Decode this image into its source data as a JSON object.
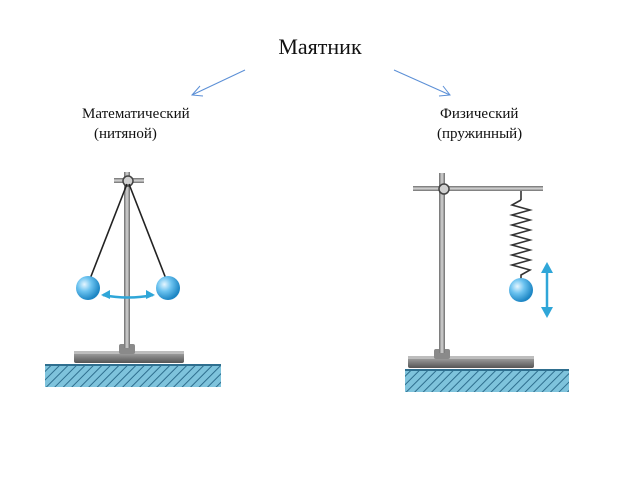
{
  "title": "Маятник",
  "left": {
    "line1": "Математический",
    "line2": "(нитяной)"
  },
  "right": {
    "line1": "Физический",
    "line2": "(пружинный)"
  },
  "colors": {
    "arrow": "#5b8fd6",
    "ground_fill": "#7ec3dc",
    "ground_hatch": "#2f6f8f",
    "ball": "#4fb3e8",
    "motion_arrow": "#2fa6d8",
    "stand": "#8a8a8a"
  }
}
